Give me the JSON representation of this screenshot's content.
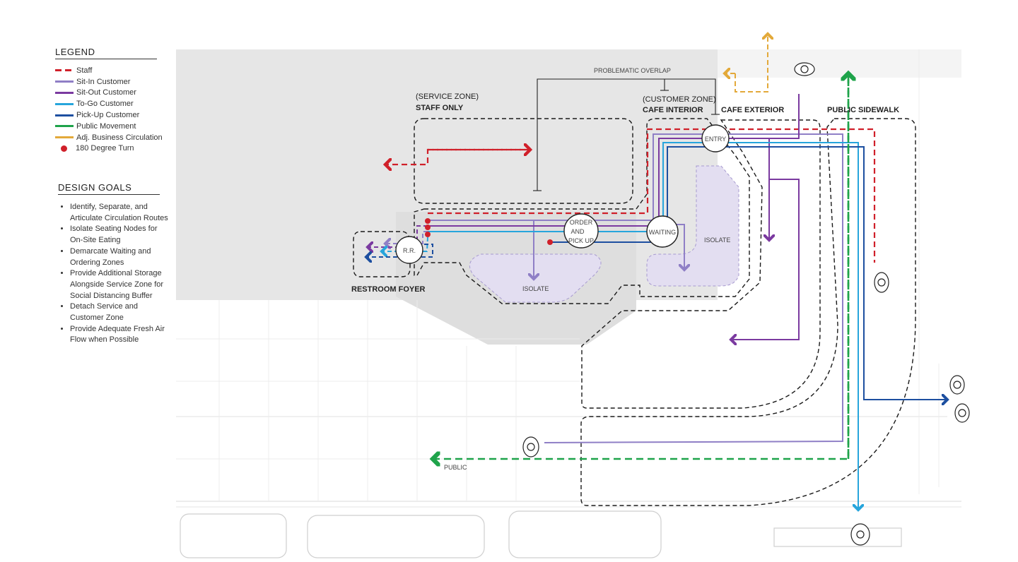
{
  "legend": {
    "title": "LEGEND",
    "items": [
      {
        "label": "Staff",
        "color": "#d0202a",
        "style": "dashed"
      },
      {
        "label": "Sit-In Customer",
        "color": "#8f7fc6",
        "style": "solid"
      },
      {
        "label": "Sit-Out Customer",
        "color": "#7b3aa0",
        "style": "solid"
      },
      {
        "label": "To-Go Customer",
        "color": "#27a5dc",
        "style": "solid"
      },
      {
        "label": "Pick-Up Customer",
        "color": "#1d4fa0",
        "style": "solid"
      },
      {
        "label": "Public Movement",
        "color": "#1ea34a",
        "style": "solid"
      },
      {
        "label": "Adj. Business Circulation",
        "color": "#e3a93a",
        "style": "solid"
      },
      {
        "label": "180 Degree Turn",
        "color": "#d0202a",
        "style": "dot"
      }
    ]
  },
  "design_goals": {
    "title": "DESIGN GOALS",
    "items": [
      "Identify, Separate, and Articulate Circulation Routes",
      "Isolate Seating Nodes for On-Site Eating",
      "Demarcate Waiting and Ordering Zones",
      "Provide Additional Storage Alongside Service Zone for Social Distancing Buffer",
      "Detach Service and Customer Zone",
      "Provide Adequate Fresh Air Flow when Possible"
    ]
  },
  "plan": {
    "service_zone": "(SERVICE ZONE)",
    "staff_only": "STAFF ONLY",
    "customer_zone": "(CUSTOMER ZONE)",
    "cafe_interior": "CAFE INTERIOR",
    "cafe_exterior": "CAFE EXTERIOR",
    "public_sidewalk": "PUBLIC SIDEWALK",
    "problematic_overlap": "PROBLEMATIC OVERLAP",
    "restroom_foyer": "RESTROOM FOYER",
    "rr": "R.R.",
    "entry": "ENTRY",
    "waiting": "WAITING",
    "order_line1": "ORDER",
    "order_line2": "AND",
    "order_line3": "PICK UP",
    "isolate": "ISOLATE",
    "public": "PUBLIC"
  }
}
